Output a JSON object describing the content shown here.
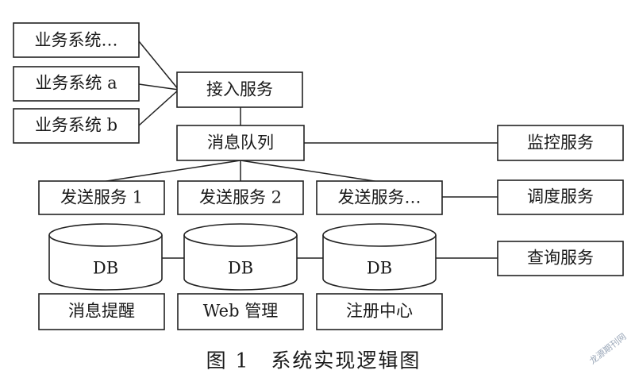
{
  "nodes": {
    "biz_etc": "业务系统…",
    "biz_a": "业务系统 a",
    "biz_b": "业务系统 b",
    "access": "接入服务",
    "mq": "消息队列",
    "monitor": "监控服务",
    "send1": "发送服务 1",
    "send2": "发送服务 2",
    "send_etc": "发送服务…",
    "schedule": "调度服务",
    "query": "查询服务",
    "db1": "DB",
    "db2": "DB",
    "db3": "DB",
    "notify": "消息提醒",
    "web": "Web 管理",
    "registry": "注册中心"
  },
  "caption": "图 1　系统实现逻辑图",
  "watermark": "龙源期刊网"
}
